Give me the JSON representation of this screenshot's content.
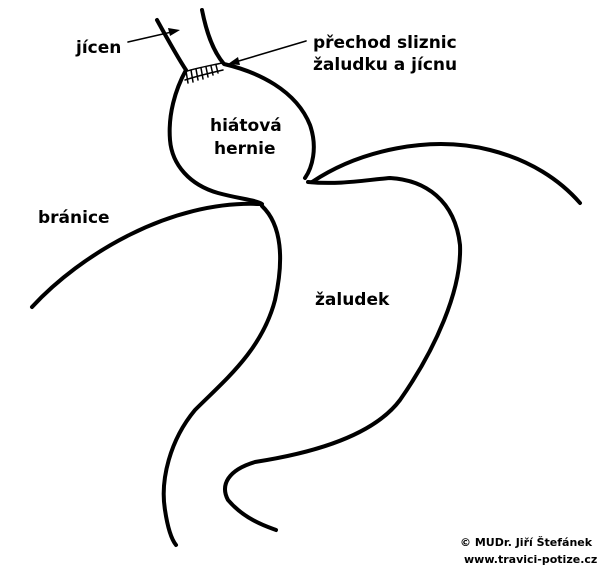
{
  "labels": {
    "esophagus": "jícen",
    "junction_line1": "přechod sliznic",
    "junction_line2": "žaludku a jícnu",
    "hernia_line1": "hiátová",
    "hernia_line2": "hernie",
    "diaphragm": "bránice",
    "stomach": "žaludek"
  },
  "credit": {
    "author": "© MUDr. Jiří Štefánek",
    "website": "www.travici-potize.cz"
  },
  "colors": {
    "line": "#000000",
    "background": "#ffffff"
  }
}
